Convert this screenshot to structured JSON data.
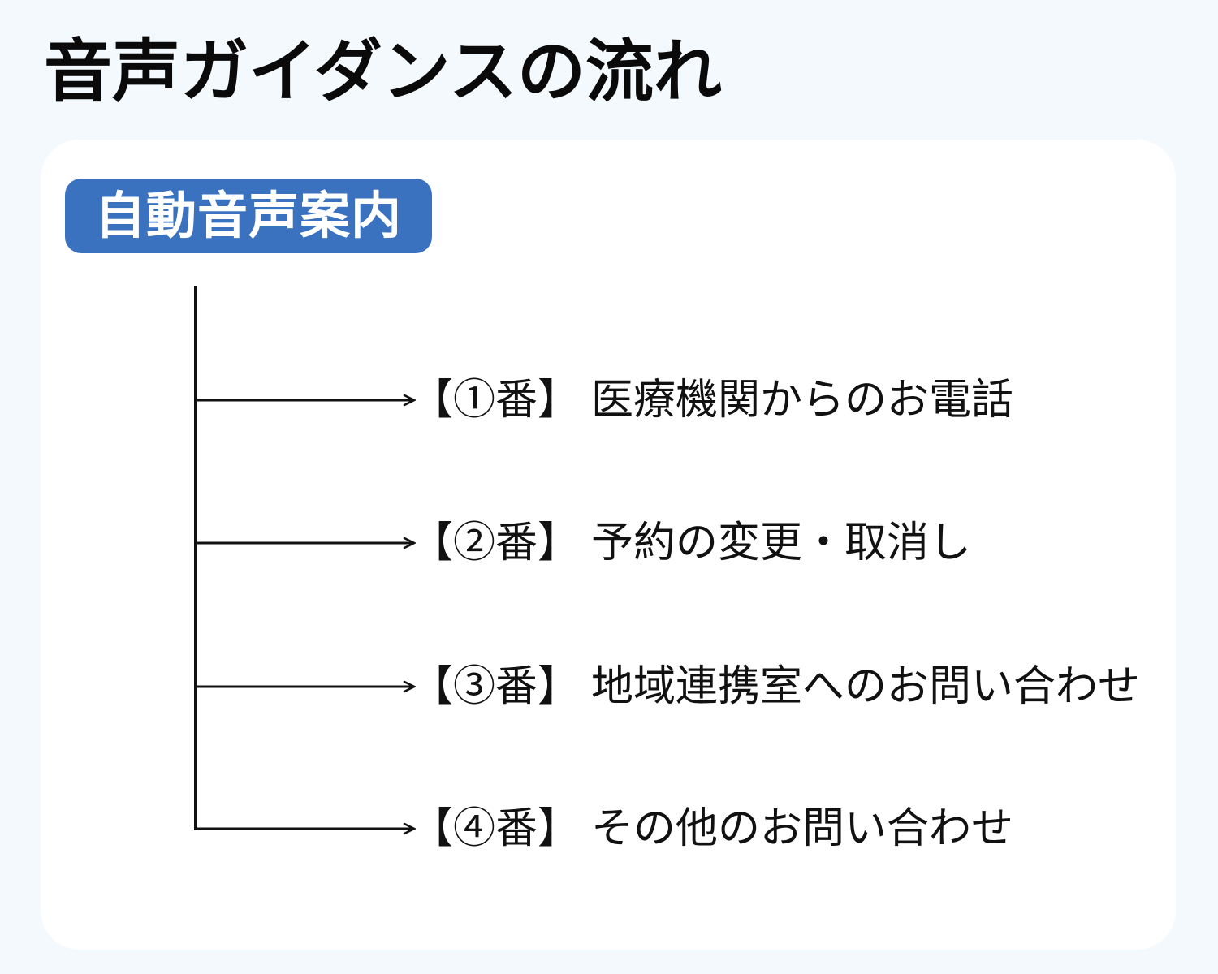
{
  "title": "音声ガイダンスの流れ",
  "section": {
    "label": "自動音声案内"
  },
  "options": [
    {
      "number": "【①番】",
      "label": "医療機関からのお電話"
    },
    {
      "number": "【②番】",
      "label": "予約の変更・取消し"
    },
    {
      "number": "【③番】",
      "label": "地域連携室へのお問い合わせ"
    },
    {
      "number": "【④番】",
      "label": "その他のお問い合わせ"
    }
  ],
  "colors": {
    "background": "#f4f9fd",
    "card": "#ffffff",
    "badge": "#3a72c0",
    "badge_text": "#ffffff",
    "line": "#111111"
  }
}
